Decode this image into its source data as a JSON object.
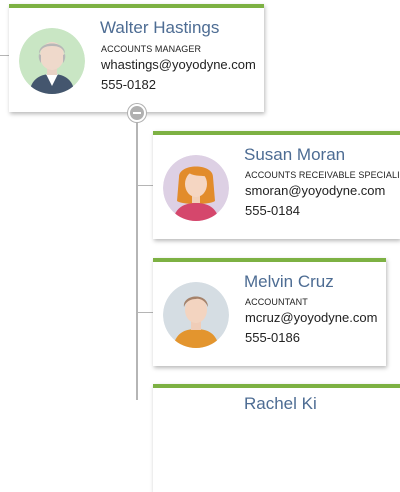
{
  "colors": {
    "accent": "#7db143",
    "name_text": "#4d6c93",
    "connector": "#b5b5b5"
  },
  "manager": {
    "name": "Walter Hastings",
    "title": "ACCOUNTS MANAGER",
    "email": "whastings@yoyodyne.com",
    "phone": "555-0182",
    "avatar_icon": "man-gray-hair-avatar-icon"
  },
  "reports": [
    {
      "name": "Susan Moran",
      "title": "ACCOUNTS RECEIVABLE SPECIALIS",
      "email": "smoran@yoyodyne.com",
      "phone": "555-0184",
      "avatar_icon": "woman-orange-hair-avatar-icon"
    },
    {
      "name": "Melvin Cruz",
      "title": "ACCOUNTANT",
      "email": "mcruz@yoyodyne.com",
      "phone": "555-0186",
      "avatar_icon": "man-brown-hair-avatar-icon"
    },
    {
      "name": "Rachel Ki",
      "title": "",
      "email": "",
      "phone": "",
      "avatar_icon": ""
    }
  ]
}
